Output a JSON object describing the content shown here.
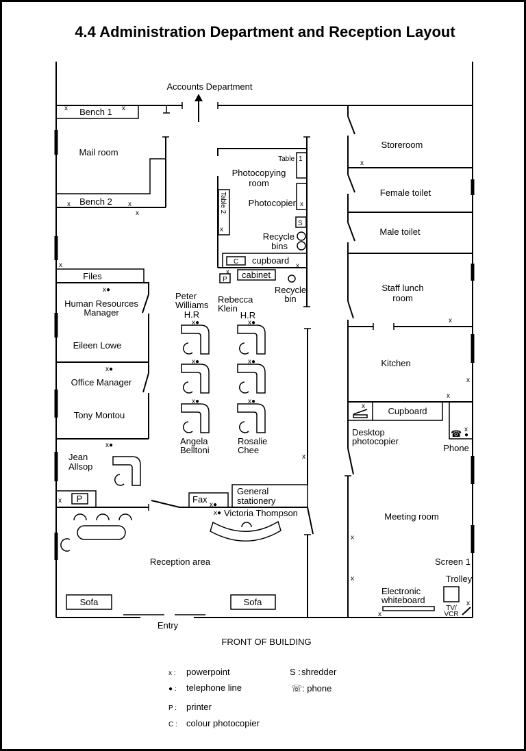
{
  "title": "4.4 Administration Department and Reception Layout",
  "rooms": {
    "accounts": "Accounts Department",
    "bench1": "Bench 1",
    "mail_room": "Mail room",
    "bench2": "Bench 2",
    "photocopying_room": [
      "Photocopying",
      "room"
    ],
    "table1": "Table",
    "table1_num": "1",
    "table2": "Table 2",
    "photocopier": "Photocopier",
    "shredder": "S",
    "recycle_bins": [
      "Recycle",
      "bins"
    ],
    "cupboard": "cupboard",
    "colour_copier": "C",
    "printer": "P",
    "cabinet": "cabinet",
    "recycle_bin": [
      "Recycle",
      "bin"
    ],
    "files": "Files",
    "hr_manager": [
      "Human Resources",
      "Manager"
    ],
    "eileen": "Eileen Lowe",
    "office_manager": "Office Manager",
    "tony": "Tony Montou",
    "jean": [
      "Jean",
      "Allsop"
    ],
    "peter": [
      "Peter",
      "Williams",
      "H.R"
    ],
    "rebecca": [
      "Rebecca",
      "Klein",
      "H.R"
    ],
    "angela": [
      "Angela",
      "Belltoni"
    ],
    "rosalie": [
      "Rosalie",
      "Chee"
    ],
    "fax": "Fax",
    "general_stationery": [
      "General",
      "stationery"
    ],
    "victoria": "Victoria Thompson",
    "reception": "Reception area",
    "sofa": "Sofa",
    "entry": "Entry",
    "front": "FRONT OF BUILDING",
    "storeroom": "Storeroom",
    "female_toilet": "Female toilet",
    "male_toilet": "Male toilet",
    "staff_lunch": [
      "Staff lunch",
      "room"
    ],
    "kitchen": "Kitchen",
    "cupboard2": "Cupboard",
    "desktop_photocopier": [
      "Desktop",
      "photocopier"
    ],
    "phone": "Phone",
    "meeting_room": "Meeting room",
    "screen": "Screen 1",
    "trolley": "Trolley",
    "whiteboard": [
      "Electronic",
      "whiteboard"
    ],
    "tv": [
      "TV/",
      "VCR"
    ]
  },
  "legend": [
    {
      "symbol": "x :",
      "label": "powerpoint"
    },
    {
      "symbol": "● :",
      "label": "telephone line"
    },
    {
      "symbol": "P :",
      "label": "printer"
    },
    {
      "symbol": "C :",
      "label": "colour photocopier"
    },
    {
      "symbol": "S :",
      "label": "shredder"
    },
    {
      "symbol": "☏",
      "label": ": phone"
    }
  ]
}
